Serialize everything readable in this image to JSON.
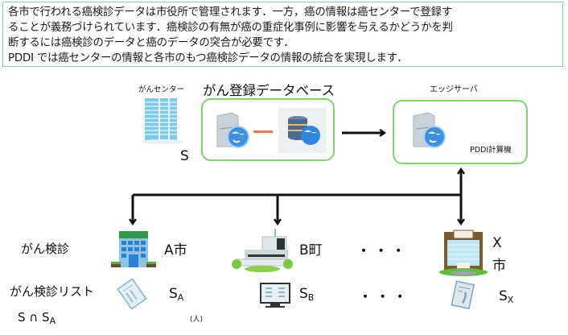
{
  "intro": {
    "lines": [
      "各市で行われる癌検診データは市役所で管理されます．一方，癌の情報は癌センターで登録す",
      "ることが義務づけられています．癌検診の有無が癌の重症化事例に影響を与えるかどうかを判",
      "断するには癌検診のデータと癌のデータの突合が必要です．",
      "PDDI では癌センターの情報と各市のもつ癌検診データの情報の統合を実現します．"
    ]
  },
  "cancer_center": {
    "label": "がんセンター",
    "set_label": "S",
    "icon": "office-building-icon"
  },
  "registry": {
    "title": "がん登録データベース",
    "icons": [
      "web-server-icon",
      "database-globe-icon"
    ]
  },
  "edge": {
    "title": "エッジサーバ",
    "machine_label": "PDDI計算機",
    "icon": "web-server-icon"
  },
  "rows": {
    "screening_label": "がん検診",
    "list_label": "がん検診リスト",
    "intersection": {
      "base": "S ∩ S",
      "sub": "A"
    },
    "unit_label": "(人)"
  },
  "municipalities": [
    {
      "name": "A市",
      "set": "S",
      "sub": "A",
      "icon": "city-hall-icon",
      "list_icon": "document-icon"
    },
    {
      "name": "B町",
      "set": "S",
      "sub": "B",
      "icon": "town-hall-icon",
      "list_icon": "monitor-icon"
    },
    {
      "name_line1": "X",
      "name_line2": "市",
      "set": "S",
      "sub": "X",
      "icon": "city-hall-icon",
      "list_icon": "document-icon"
    }
  ],
  "ellipsis": "・ ・ ・",
  "colors": {
    "box_border": "#7fd46a",
    "intro_border": "#8fc7d6",
    "connector": "#ec7b4a",
    "arrow": "#111111"
  }
}
